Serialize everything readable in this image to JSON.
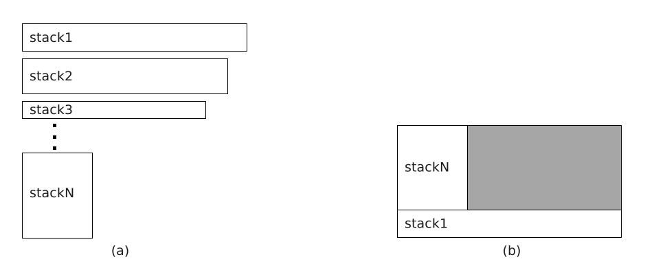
{
  "figure": {
    "title": "",
    "background_color": "#ffffff",
    "stroke_color": "#000000",
    "text_color": "#1a1a1a",
    "shaded_color": "#a6a6a6"
  },
  "panel_a": {
    "caption": "(a)",
    "boxes": [
      {
        "label": "stack1"
      },
      {
        "label": "stack2"
      },
      {
        "label": "stack3"
      },
      {
        "label": "stackN"
      }
    ],
    "ellipsis": {
      "name": "vertical-ellipsis",
      "dot_count": 3
    }
  },
  "panel_b": {
    "caption": "(b)",
    "top_row": {
      "label": "stackN",
      "shaded_region_label": ""
    },
    "bottom_row": {
      "label": "stack1"
    }
  }
}
